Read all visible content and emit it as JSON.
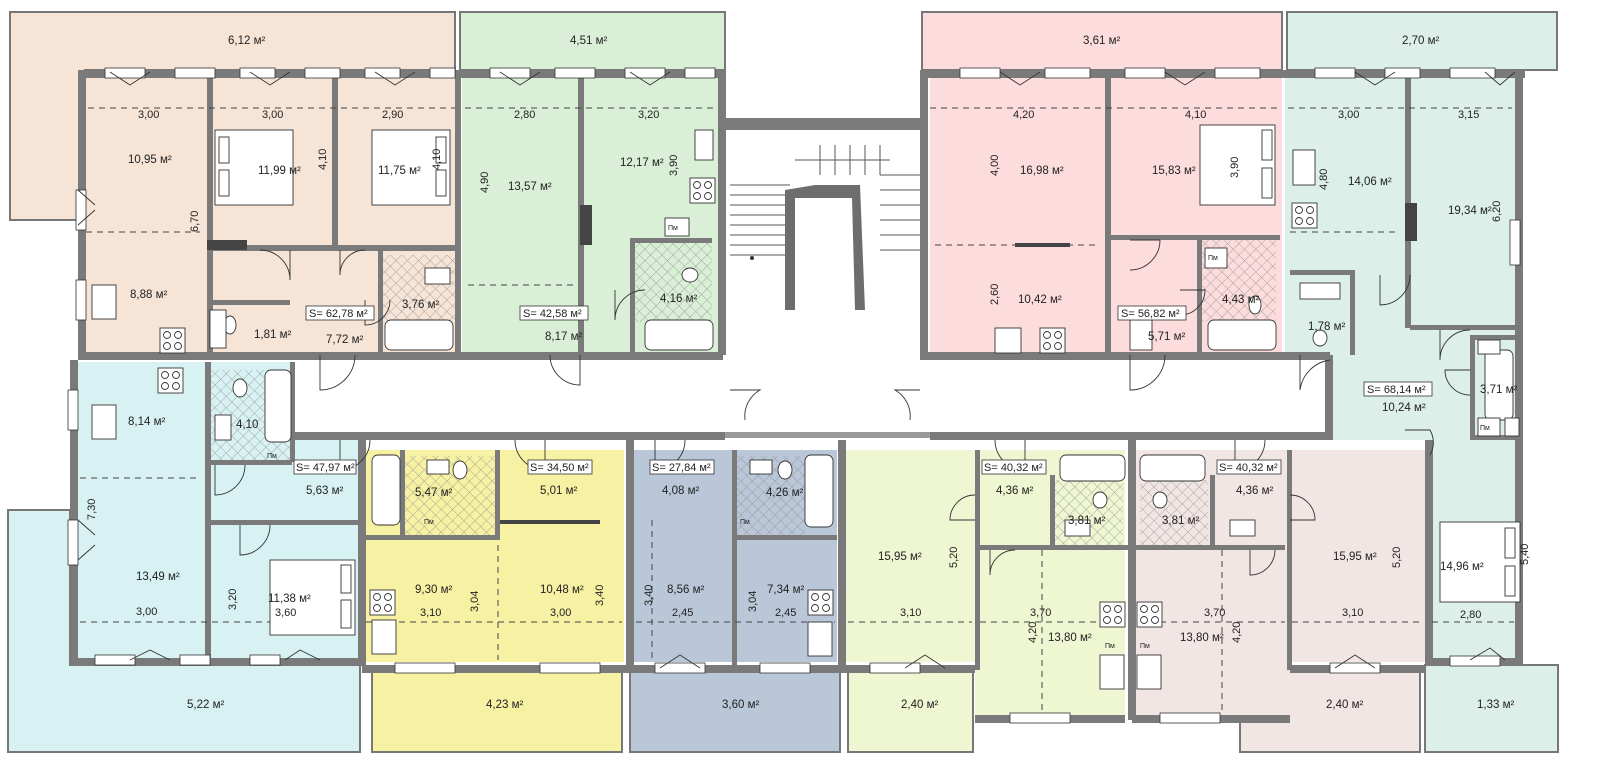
{
  "colors": {
    "apt_peach": "#f6e4d6",
    "apt_green": "#d9efd6",
    "apt_pink": "#fcdcdc",
    "apt_mint": "#dcefe9",
    "apt_cyan": "#d8f2f3",
    "apt_yellow": "#f7f1a3",
    "apt_blue": "#b9c7d9",
    "apt_lime": "#eef6d2",
    "apt_rose": "#f1e6e3",
    "corridor": "#ffffff",
    "wall": "#7a7a7a"
  },
  "top_balconies": {
    "b1": "6,12 м²",
    "b2": "4,51 м²",
    "b3": "3,61 м²",
    "b4": "2,70 м²"
  },
  "bottom_balconies": {
    "b1": "5,22 м²",
    "b2": "4,23 м²",
    "b3": "3,60 м²",
    "b4": "2,40 м²",
    "b5": "2,40 м²",
    "b6": "1,33 м²"
  },
  "apartments": {
    "a1": {
      "total": "S= 62,78 м²",
      "rooms": [
        "10,95 м²",
        "11,99 м²",
        "11,75 м²",
        "8,88 м²",
        "3,76 м²",
        "1,81 м²",
        "7,72 м²"
      ],
      "dims": [
        "3,00",
        "3,00",
        "2,90",
        "4,10",
        "4,10",
        "6,70"
      ]
    },
    "a2": {
      "total": "S= 42,58 м²",
      "rooms": [
        "13,57 м²",
        "12,17 м²",
        "4,16 м²",
        "8,17 м²"
      ],
      "dims": [
        "2,80",
        "3,20",
        "4,90",
        "3,90"
      ]
    },
    "a3": {
      "total": "S= 56,82 м²",
      "rooms": [
        "16,98 м²",
        "15,83 м²",
        "10,42 м²",
        "4,43 м²",
        "5,71 м²"
      ],
      "dims": [
        "4,20",
        "4,10",
        "4,00",
        "3,90",
        "2,60"
      ]
    },
    "a4": {
      "total": "S= 68,14 м²",
      "rooms": [
        "14,06 м²",
        "19,34 м²",
        "1,78 м²",
        "3,71 м²",
        "10,24 м²",
        "14,96 м²"
      ],
      "dims": [
        "3,00",
        "3,15",
        "4,80",
        "6,20",
        "5,40",
        "2,80"
      ]
    },
    "a5": {
      "total": "S= 47,97 м²",
      "rooms": [
        "8,14 м²",
        "4,10",
        "5,63 м²",
        "13,49 м²",
        "11,38 м²"
      ],
      "dims": [
        "7,30",
        "3,00",
        "3,20",
        "3,60"
      ]
    },
    "a6": {
      "total": "S= 34,50 м²",
      "rooms": [
        "5,47 м²",
        "5,01 м²",
        "9,30 м²",
        "10,48 м²"
      ],
      "dims": [
        "3,10",
        "3,04",
        "3,00",
        "3,40"
      ]
    },
    "a7": {
      "total": "S= 27,84 м²",
      "rooms": [
        "4,08 м²",
        "4,26 м²",
        "8,56 м²",
        "7,34 м²"
      ],
      "dims": [
        "3,40",
        "2,45",
        "3,04",
        "2,45"
      ]
    },
    "a8": {
      "total": "S= 40,32 м²",
      "rooms": [
        "15,95 м²",
        "4,36 м²",
        "3,81 м²",
        "13,80 м²"
      ],
      "dims": [
        "5,20",
        "3,10",
        "3,70",
        "4,20"
      ]
    },
    "a9": {
      "total": "S= 40,32 м²",
      "rooms": [
        "3,81 м²",
        "4,36 м²",
        "13,80 м²",
        "15,95 м²"
      ],
      "dims": [
        "3,70",
        "4,20",
        "5,20",
        "3,10"
      ]
    }
  },
  "fixture_label": "Пм"
}
